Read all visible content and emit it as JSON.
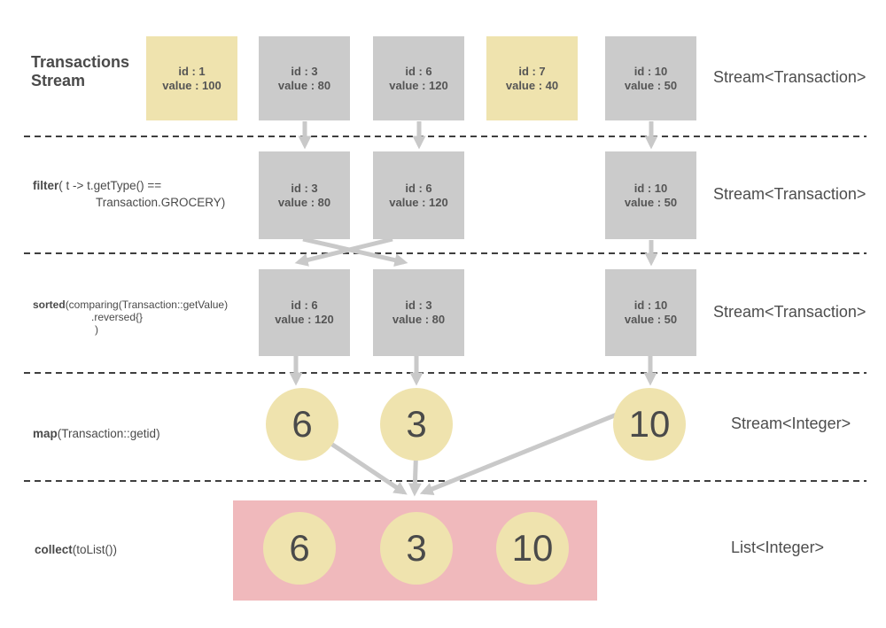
{
  "title": {
    "line1": "Transactions",
    "line2": "Stream"
  },
  "operations": {
    "filter": {
      "bold": "filter",
      "line1": "( t -> t.getType() ==",
      "line2": "Transaction.GROCERY)"
    },
    "sorted": {
      "bold": "sorted",
      "line1": "(comparing(Transaction::getValue)",
      "line2": ".reversed{}",
      "line3": ")"
    },
    "map": {
      "bold": "map",
      "rest": "(Transaction::getid)"
    },
    "collect": {
      "bold": "collect",
      "rest": "(toList())"
    }
  },
  "type_labels": {
    "row1": "Stream<Transaction>",
    "row2": "Stream<Transaction>",
    "row3": "Stream<Transaction>",
    "row4": "Stream<Integer>",
    "row5": "List<Integer>"
  },
  "row1_boxes": [
    {
      "id": "id : 1",
      "value": "value : 100",
      "variant": "yellow"
    },
    {
      "id": "id : 3",
      "value": "value : 80",
      "variant": "gray"
    },
    {
      "id": "id : 6",
      "value": "value : 120",
      "variant": "gray"
    },
    {
      "id": "id : 7",
      "value": "value : 40",
      "variant": "yellow"
    },
    {
      "id": "id : 10",
      "value": "value : 50",
      "variant": "gray"
    }
  ],
  "row2_boxes": [
    {
      "id": "id : 3",
      "value": "value : 80",
      "variant": "gray"
    },
    {
      "id": "id : 6",
      "value": "value : 120",
      "variant": "gray"
    },
    {
      "id": "id : 10",
      "value": "value : 50",
      "variant": "gray"
    }
  ],
  "row3_boxes": [
    {
      "id": "id : 6",
      "value": "value : 120",
      "variant": "gray"
    },
    {
      "id": "id : 3",
      "value": "value : 80",
      "variant": "gray"
    },
    {
      "id": "id : 10",
      "value": "value : 50",
      "variant": "gray"
    }
  ],
  "row4_circles": [
    "6",
    "3",
    "10"
  ],
  "row5_circles": [
    "6",
    "3",
    "10"
  ],
  "colors": {
    "highlight_yellow": "#efe3ae",
    "box_gray": "#cbcbcb",
    "collect_pink": "#f0b9bc",
    "arrow_gray": "#c9c9c9",
    "separator_dark": "#3f3f3f",
    "text_dark": "#4a4a4a",
    "box_text": "#555555"
  }
}
